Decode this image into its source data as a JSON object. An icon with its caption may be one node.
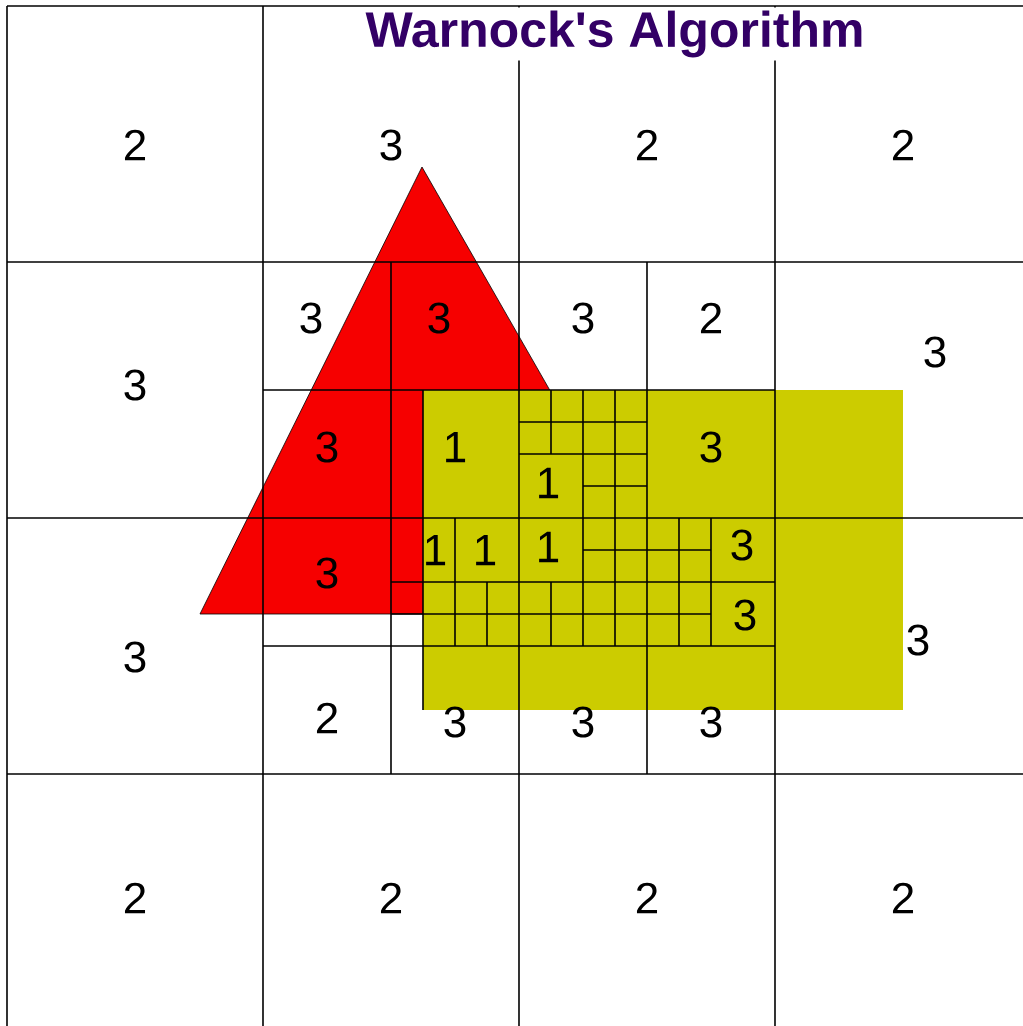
{
  "diagram": {
    "title": "Warnock's Algorithm",
    "labels": [
      "2",
      "3",
      "2",
      "2",
      "3",
      "3",
      "3",
      "2",
      "3",
      "3",
      "3",
      "1",
      "3",
      "1",
      "1",
      "1",
      "1",
      "3",
      "3",
      "3",
      "3",
      "3",
      "2",
      "3",
      "3",
      "3",
      "2",
      "2",
      "2",
      "2"
    ]
  }
}
